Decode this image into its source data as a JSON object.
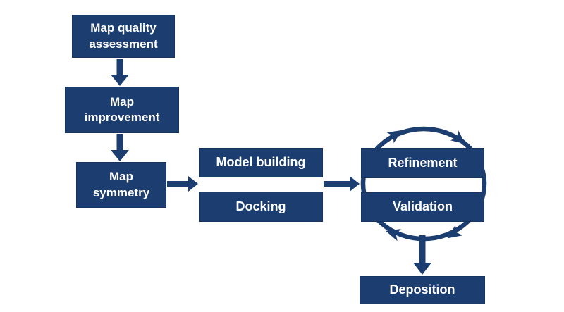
{
  "colors": {
    "background": "#ffffff",
    "node_fill": "#1c3d6f",
    "node_border": "#173461",
    "node_text": "#ffffff",
    "arrow": "#1c3d6f"
  },
  "nodes": {
    "map_quality_assessment": {
      "label": "Map quality assessment"
    },
    "map_improvement": {
      "label": "Map improvement"
    },
    "map_symmetry": {
      "label": "Map symmetry"
    },
    "model_building": {
      "label": "Model building"
    },
    "docking": {
      "label": "Docking"
    },
    "refinement": {
      "label": "Refinement"
    },
    "validation": {
      "label": "Validation"
    },
    "deposition": {
      "label": "Deposition"
    }
  },
  "edges": [
    {
      "from": "Map quality assessment",
      "to": "Map improvement",
      "style": "block-arrow-down"
    },
    {
      "from": "Map improvement",
      "to": "Map symmetry",
      "style": "block-arrow-down"
    },
    {
      "from": "Map symmetry",
      "to": "Model building / Docking",
      "style": "block-arrow-right"
    },
    {
      "from": "Model building / Docking",
      "to": "Refinement / Validation",
      "style": "block-arrow-right"
    },
    {
      "from": "Refinement / Validation",
      "to": "Deposition",
      "style": "block-arrow-down"
    },
    {
      "between": "Refinement / Validation",
      "style": "circular-cycle",
      "direction": "clockwise"
    }
  ]
}
